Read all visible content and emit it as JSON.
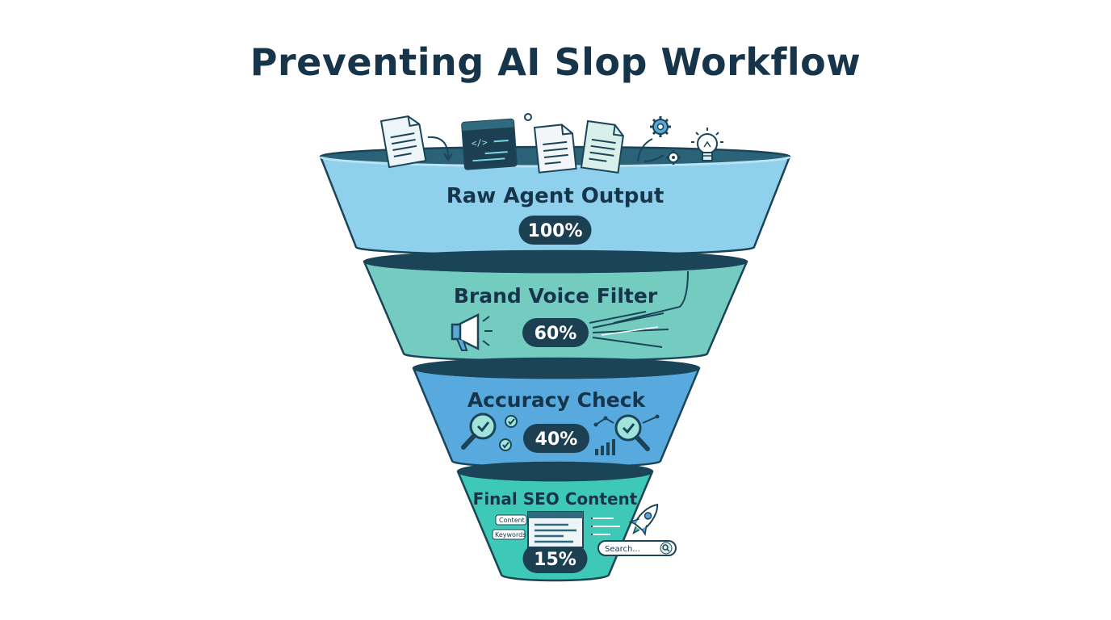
{
  "title": "Preventing AI Slop Workflow",
  "stages": [
    {
      "label": "Raw Agent Output",
      "percent": "100%",
      "color": "#8fd0ec"
    },
    {
      "label": "Brand Voice Filter",
      "percent": "60%",
      "color": "#74ccc0"
    },
    {
      "label": "Accuracy Check",
      "percent": "40%",
      "color": "#58a9de"
    },
    {
      "label": "Final SEO Content",
      "percent": "15%",
      "color": "#3ec9b6"
    }
  ],
  "tags": {
    "content": "Content",
    "keywords": "Keywords"
  },
  "search": {
    "placeholder": "Search..."
  },
  "colors": {
    "ink": "#17354a",
    "rim": "#1c4458",
    "pill": "#1c3f52"
  }
}
